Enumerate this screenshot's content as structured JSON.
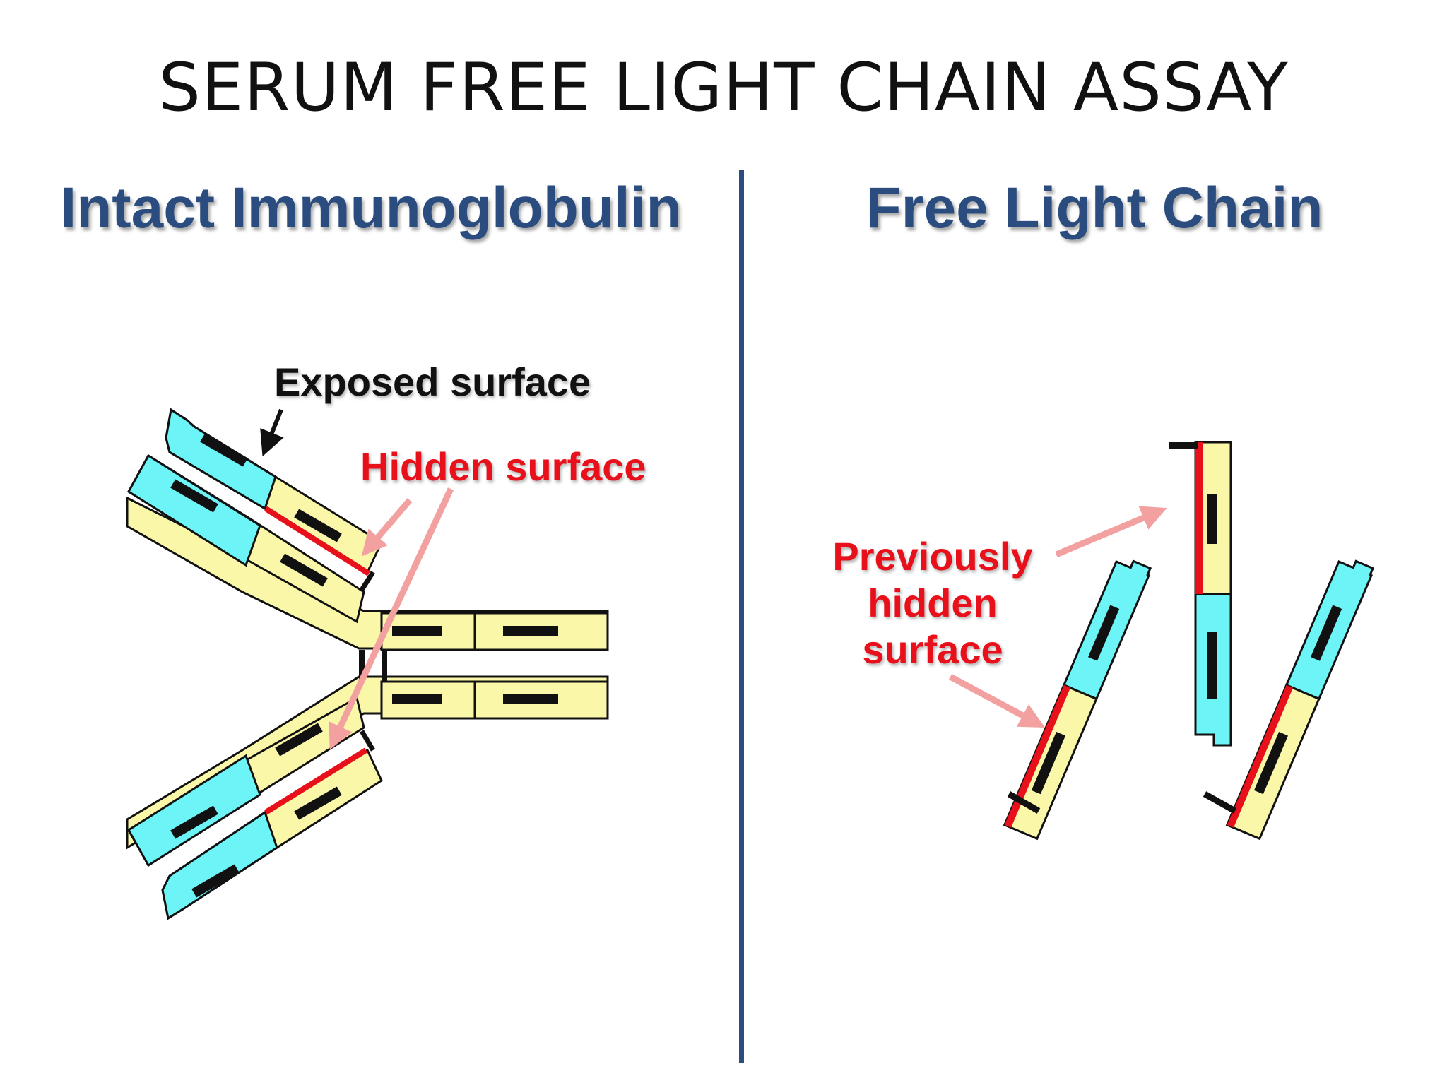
{
  "title": "SERUM FREE LIGHT CHAIN ASSAY",
  "left_panel": {
    "heading": "Intact Immunoglobulin",
    "label_exposed": "Exposed surface",
    "label_hidden": "Hidden surface"
  },
  "right_panel": {
    "heading": "Free Light Chain",
    "label_previously_hidden": "Previously hidden surface"
  },
  "colors": {
    "heading": "#2B4C7E",
    "divider": "#2B4C7E",
    "variable_domain": "#6CF4F7",
    "constant_domain": "#FAF7A8",
    "hidden_surface": "#E8101A",
    "label_hidden": "#E8101A",
    "label_exposed": "#111111",
    "arrow_pink": "#F3A0A0",
    "outline": "#111111"
  }
}
